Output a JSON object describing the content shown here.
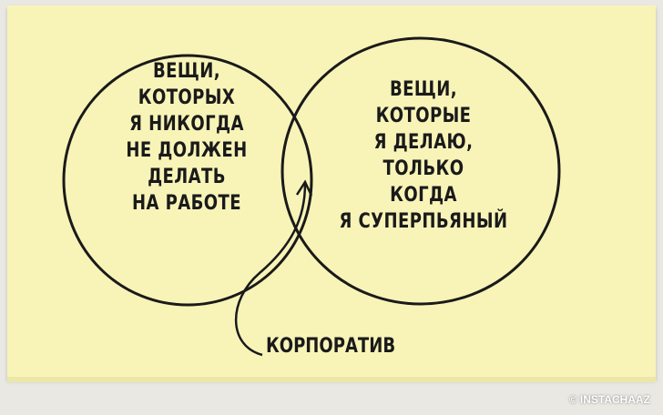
{
  "left_circle": {
    "lines": [
      "ВЕЩИ,",
      "КОТОРЫХ",
      "Я НИКОГДА",
      "НЕ ДОЛЖЕН",
      "ДЕЛАТЬ",
      "НА РАБОТЕ"
    ]
  },
  "right_circle": {
    "lines": [
      "ВЕЩИ,",
      "КОТОРЫЕ",
      "Я ДЕЛАЮ,",
      "ТОЛЬКО",
      "КОГДА",
      "Я СУПЕРПЬЯНЫЙ"
    ]
  },
  "intersection_label": "КОРПОРАТИВ",
  "watermark": "© INSTACHAAZ",
  "colors": {
    "note": "#f8f4b8",
    "ink": "#1a1a1a",
    "background": "#e9e8e3"
  }
}
